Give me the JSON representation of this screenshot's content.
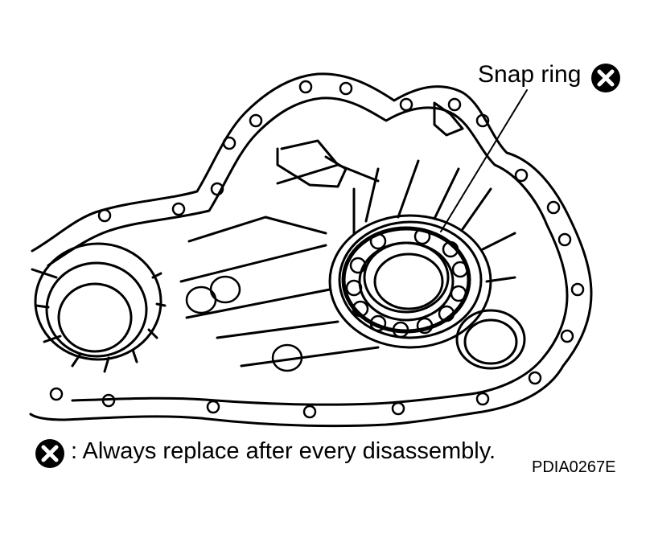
{
  "callout": {
    "label": "Snap ring"
  },
  "legend": {
    "note": ": Always replace after every disassembly."
  },
  "figure": {
    "code": "PDIA0267E"
  },
  "symbols": {
    "replace_mark": "x-in-circle-icon"
  },
  "colors": {
    "line": "#000000",
    "background": "#ffffff"
  }
}
